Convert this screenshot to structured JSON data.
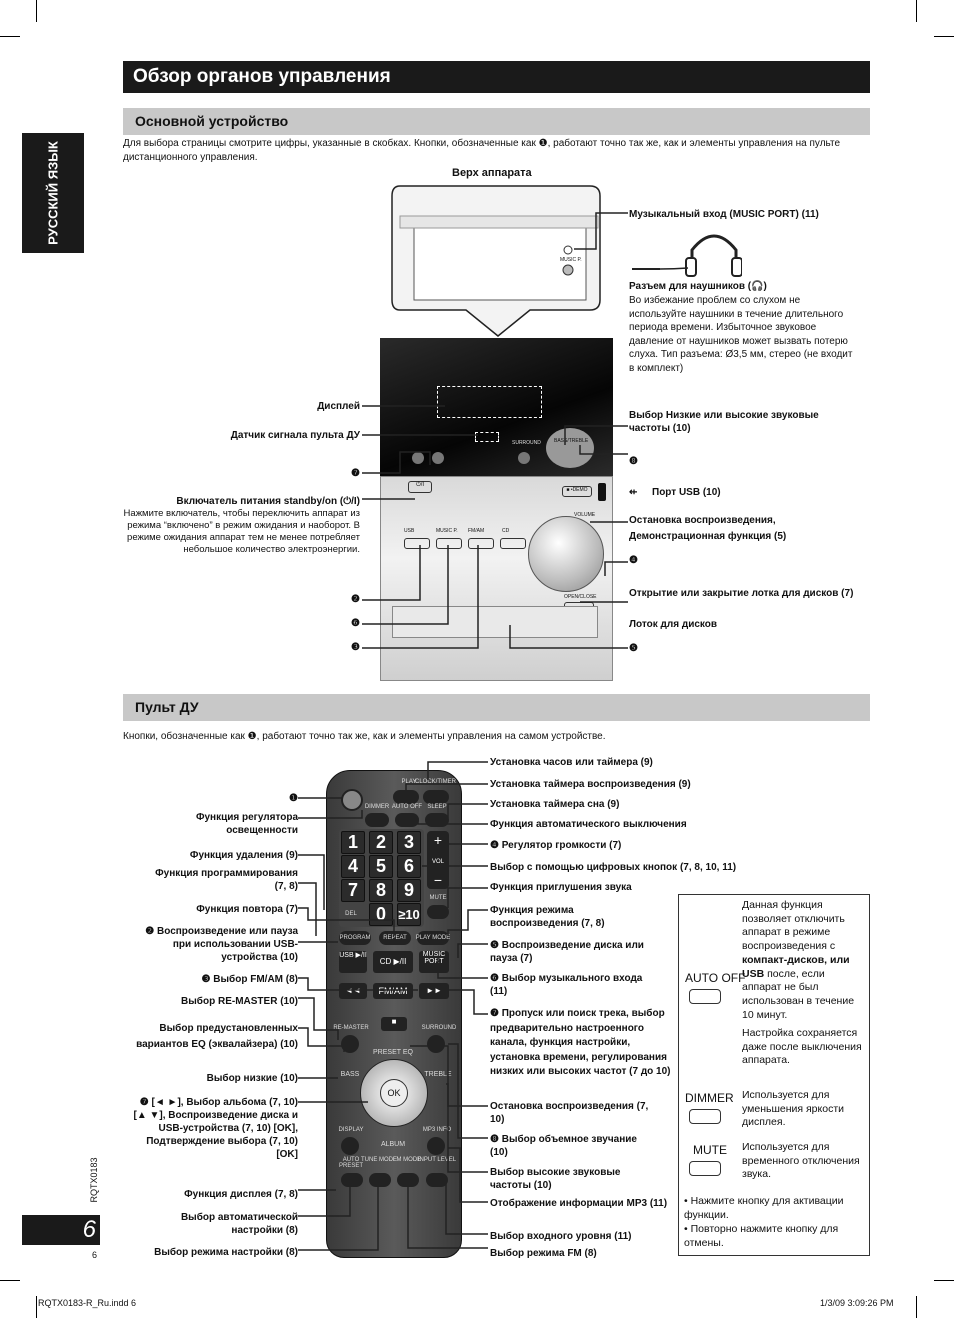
{
  "title": "Обзор органов управления",
  "sidebar_tab": "РУССКИЙ ЯЗЫК",
  "main_unit": {
    "heading": "Основной устройство",
    "intro": "Для выбора страницы смотрите цифры, указанные в скобках. Кнопки, обозначенные как ❶, работают точно так же, как и элементы управления на пульте дистанционного управления.",
    "top_caption": "Верх аппарата",
    "music_port_label": "Музыкальный вход (MUSIC PORT) (11)",
    "headphones_title": "Разъем для наушников (🎧)",
    "headphones_text": "Во избежание проблем со слухом не используйте наушники в течение длительного периода времени. Избыточное звуковое давление от наушников может вызвать потерю слуха. Тип разъема: Ø3,5 мм, стерео (не входит в комплект)",
    "display": "Дисплей",
    "remote_sensor": "Датчик сигнала пульта ДУ",
    "n7": "❼",
    "power_title": "Включатель питания standby/on (⏻/I)",
    "power_text": "Нажмите включатель, чтобы переключить аппарат из режима “включено” в режим ожидания и наоборот. В режиме ожидания аппарат тем не менее потребляет небольшое количество электроэнергии.",
    "n2": "❷",
    "n6": "❻",
    "n3": "❸",
    "bass_treble": "Выбор Низкие или высокие звуковые частоты (10)",
    "n8": "❽",
    "usb_port": "Порт USB (10)",
    "stop_demo": "Остановка воспроизведения, Демонстрационная функция (5)",
    "n4": "❹",
    "open_close": "Открытие или закрытие лотка для дисков (7)",
    "disc_tray": "Лоток для дисков",
    "n5": "❺",
    "panel": {
      "music_p": "MUSIC P.",
      "standby": "⏻/I",
      "usb": "USB",
      "music_port": "MUSIC P.",
      "fm_am": "FM/AM",
      "cd": "CD",
      "volume": "VOLUME",
      "open_close": "OPEN/CLOSE",
      "demo": "■  •DEMO",
      "bass_treble": "BASS/TREBLE",
      "surround": "SURROUND"
    }
  },
  "remote": {
    "heading": "Пульт ДУ",
    "intro": "Кнопки, обозначенные как ❶, работают точно так же, как и элементы управления на самом устройстве.",
    "left_labels": [
      {
        "text": "❶"
      },
      {
        "text": "Функция регулятора освещенности"
      },
      {
        "text": "Функция удаления (9)"
      },
      {
        "text": "Функция программирования (7, 8)"
      },
      {
        "text": "Функция повтора (7)"
      },
      {
        "text": "❷ Воспроизведение или пауза при использовании USB-устройства (10)"
      },
      {
        "text": "❸ Выбор FM/AM (8)"
      },
      {
        "text": "Выбор RE-MASTER (10)"
      },
      {
        "text": "Выбор предустановленных вариантов EQ (эквалайзера) (10)"
      },
      {
        "text": "Выбор низкие (10)"
      },
      {
        "text": "❼ [◄ ►], Выбор альбома (7, 10) [▲ ▼], Воспроизведение диска и USB-устройства (7, 10) [OK], Подтверждение выбора (7, 10) [OK]"
      },
      {
        "text": "Функция дисплея (7, 8)"
      },
      {
        "text": "Выбор автоматической настройки (8)"
      },
      {
        "text": "Выбор режима настройки (8)"
      }
    ],
    "right_labels": [
      {
        "text": "Установка часов или таймера (9)"
      },
      {
        "text": "Установка таймера воспроизведения (9)"
      },
      {
        "text": "Установка таймера сна (9)"
      },
      {
        "text": "Функция автоматического выключения"
      },
      {
        "text": "❹ Регулятор громкости (7)"
      },
      {
        "text": "Выбор с помощью цифровых кнопок (7, 8, 10, 11)"
      },
      {
        "text": "Функция приглушения звука"
      },
      {
        "text": "Функция режима воспроизведения (7, 8)"
      },
      {
        "text": "❺ Воспроизведение диска или пауза (7)"
      },
      {
        "text": "❻ Выбор музыкального входа (11)"
      },
      {
        "text": "❼ Пропуск или поиск трека, выбор предварительно настроенного канала, функция настройки, установка времени, регулирования низких или высоких частот (7 до 10)"
      },
      {
        "text": "Остановка воспроизведения (7, 10)"
      },
      {
        "text": "❽ Выбор объемное звучание (10)"
      },
      {
        "text": "Выбор высокие звуковые частоты (10)"
      },
      {
        "text": "Отображение информации MP3 (11)"
      },
      {
        "text": "Выбор входного уровня (11)"
      },
      {
        "text": "Выбор режима FM (8)"
      }
    ],
    "keys": {
      "play": "PLAY",
      "clock_timer": "CLOCK/TIMER",
      "dimmer": "DIMMER",
      "auto_off": "AUTO OFF",
      "sleep": "SLEEP",
      "vol": "VOL",
      "mute": "MUTE",
      "del": "DEL",
      "program": "PROGRAM",
      "repeat": "REPEAT",
      "play_mode": "PLAY MODE",
      "usb": "USB ▶/II",
      "cd": "CD ▶/II",
      "music_port": "MUSIC PORT",
      "fm_am": "FM/AM",
      "remaster": "RE-MASTER",
      "surround": "SURROUND",
      "preset_eq": "PRESET EQ",
      "bass": "BASS",
      "treble": "TREBLE",
      "ok": "OK",
      "display": "DISPLAY",
      "mp3_info": "MP3 INFO",
      "album": "ALBUM",
      "auto_preset": "AUTO PRESET",
      "tune_mode": "TUNE MODE",
      "fm_mode": "FM MODE",
      "input_level": "INPUT LEVEL",
      "digits": [
        "1",
        "2",
        "3",
        "4",
        "5",
        "6",
        "7",
        "8",
        "9",
        "0",
        "≥10"
      ]
    },
    "info_box": {
      "auto_off_label": "AUTO OFF",
      "auto_off_text_1": "Данная функция позволяет отключить аппарат в режиме воспроизведения с",
      "auto_off_text_bold": "компакт-дисков, или USB",
      "auto_off_text_2": "после, если аппарат не был использован в течение 10 минут.",
      "auto_off_text_3": "Настройка сохраняется даже после выключения аппарата.",
      "dimmer_label": "DIMMER",
      "dimmer_text": "Используется для уменьшения яркости дисплея.",
      "mute_label": "MUTE",
      "mute_text": "Используется для временного отключения звука.",
      "bullet_1": "• Нажмите кнопку для активации функции.",
      "bullet_2": "• Повторно нажмите кнопку для отмены."
    }
  },
  "footer": {
    "page_number": "6",
    "page_small": "6",
    "doc_code": "RQTX0183",
    "file": "RQTX0183-R_Ru.indd   6",
    "date": "1/3/09   3:09:26 PM"
  }
}
